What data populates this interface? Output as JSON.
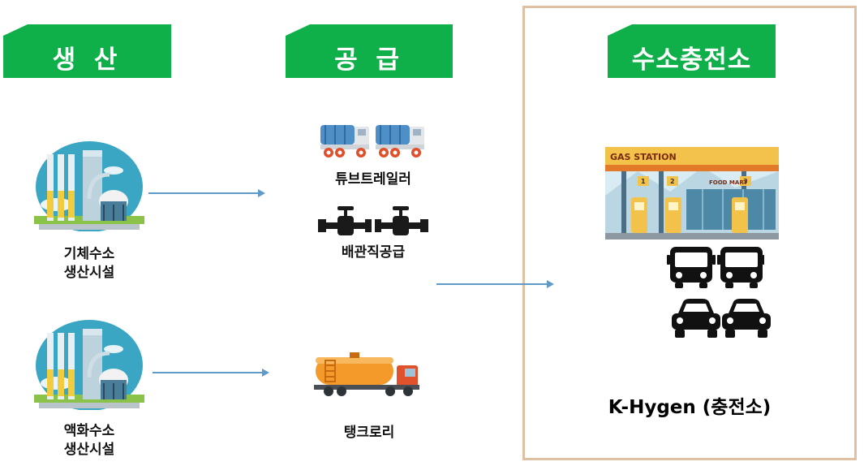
{
  "headers": {
    "production": "생 산",
    "supply": "공 급",
    "station": "수소충전소"
  },
  "production": {
    "gas_label_1": "기체수소",
    "gas_label_2": "생산시설",
    "liquid_label_1": "액화수소",
    "liquid_label_2": "생산시설"
  },
  "supply": {
    "tube_trailer": "튜브트레일러",
    "pipeline": "배관직공급",
    "tank_lorry": "탱크로리"
  },
  "station": {
    "gas_station_sign": "GAS STATION",
    "food_mart_sign": "FOOD MART",
    "pump_numbers": [
      "1",
      "2",
      "3"
    ],
    "name": "K-Hygen (충전소)"
  },
  "colors": {
    "header_green": "#0fb04a",
    "box_border": "#dfc0a2",
    "arrow": "#5f9ac8"
  }
}
